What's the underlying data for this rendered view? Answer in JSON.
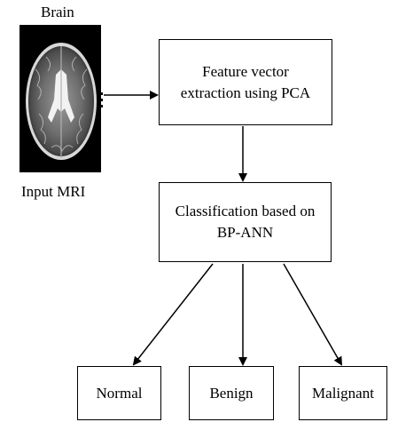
{
  "image_title": "Brain",
  "image_caption": "Input MRI",
  "nodes": {
    "feature": {
      "line1": "Feature vector",
      "line2": "extraction using PCA"
    },
    "classify": {
      "line1": "Classification based on",
      "line2": "BP-ANN"
    },
    "normal": "Normal",
    "benign": "Benign",
    "malignant": "Malignant"
  },
  "colors": {
    "stroke": "#000000",
    "background": "#ffffff",
    "mri_background": "#000000"
  }
}
